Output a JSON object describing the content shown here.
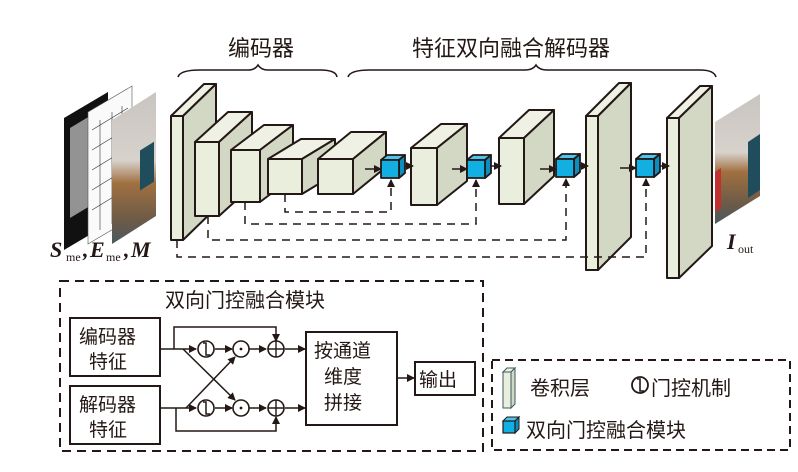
{
  "top": {
    "encoder_label": "编码器",
    "decoder_label": "特征双向融合解码器",
    "input_label": {
      "S": "S",
      "S_sub": "me",
      "sep1": ",",
      "E": "E",
      "E_sub": "me",
      "sep2": ",",
      "M": "M"
    },
    "output_label": {
      "I": "I",
      "I_sub": "out"
    }
  },
  "module": {
    "title": "双向门控融合模块",
    "encoder_feature": [
      "编码器",
      "特征"
    ],
    "decoder_feature": [
      "解码器",
      "特征"
    ],
    "concat": [
      "按通道",
      "维度",
      "拼接"
    ],
    "output": "输出"
  },
  "legend": {
    "conv_layer": "卷积层",
    "gate": "门控机制",
    "fusion_block": "双向门控融合模块"
  },
  "colors": {
    "block_front": "#e9eedd",
    "block_side": "#d3d8c4",
    "block_top": "#eef1e4",
    "cube_front": "#12b0e2",
    "cube_side": "#0c8fc0",
    "cube_top": "#4cc5ee",
    "stroke": "#231815"
  }
}
